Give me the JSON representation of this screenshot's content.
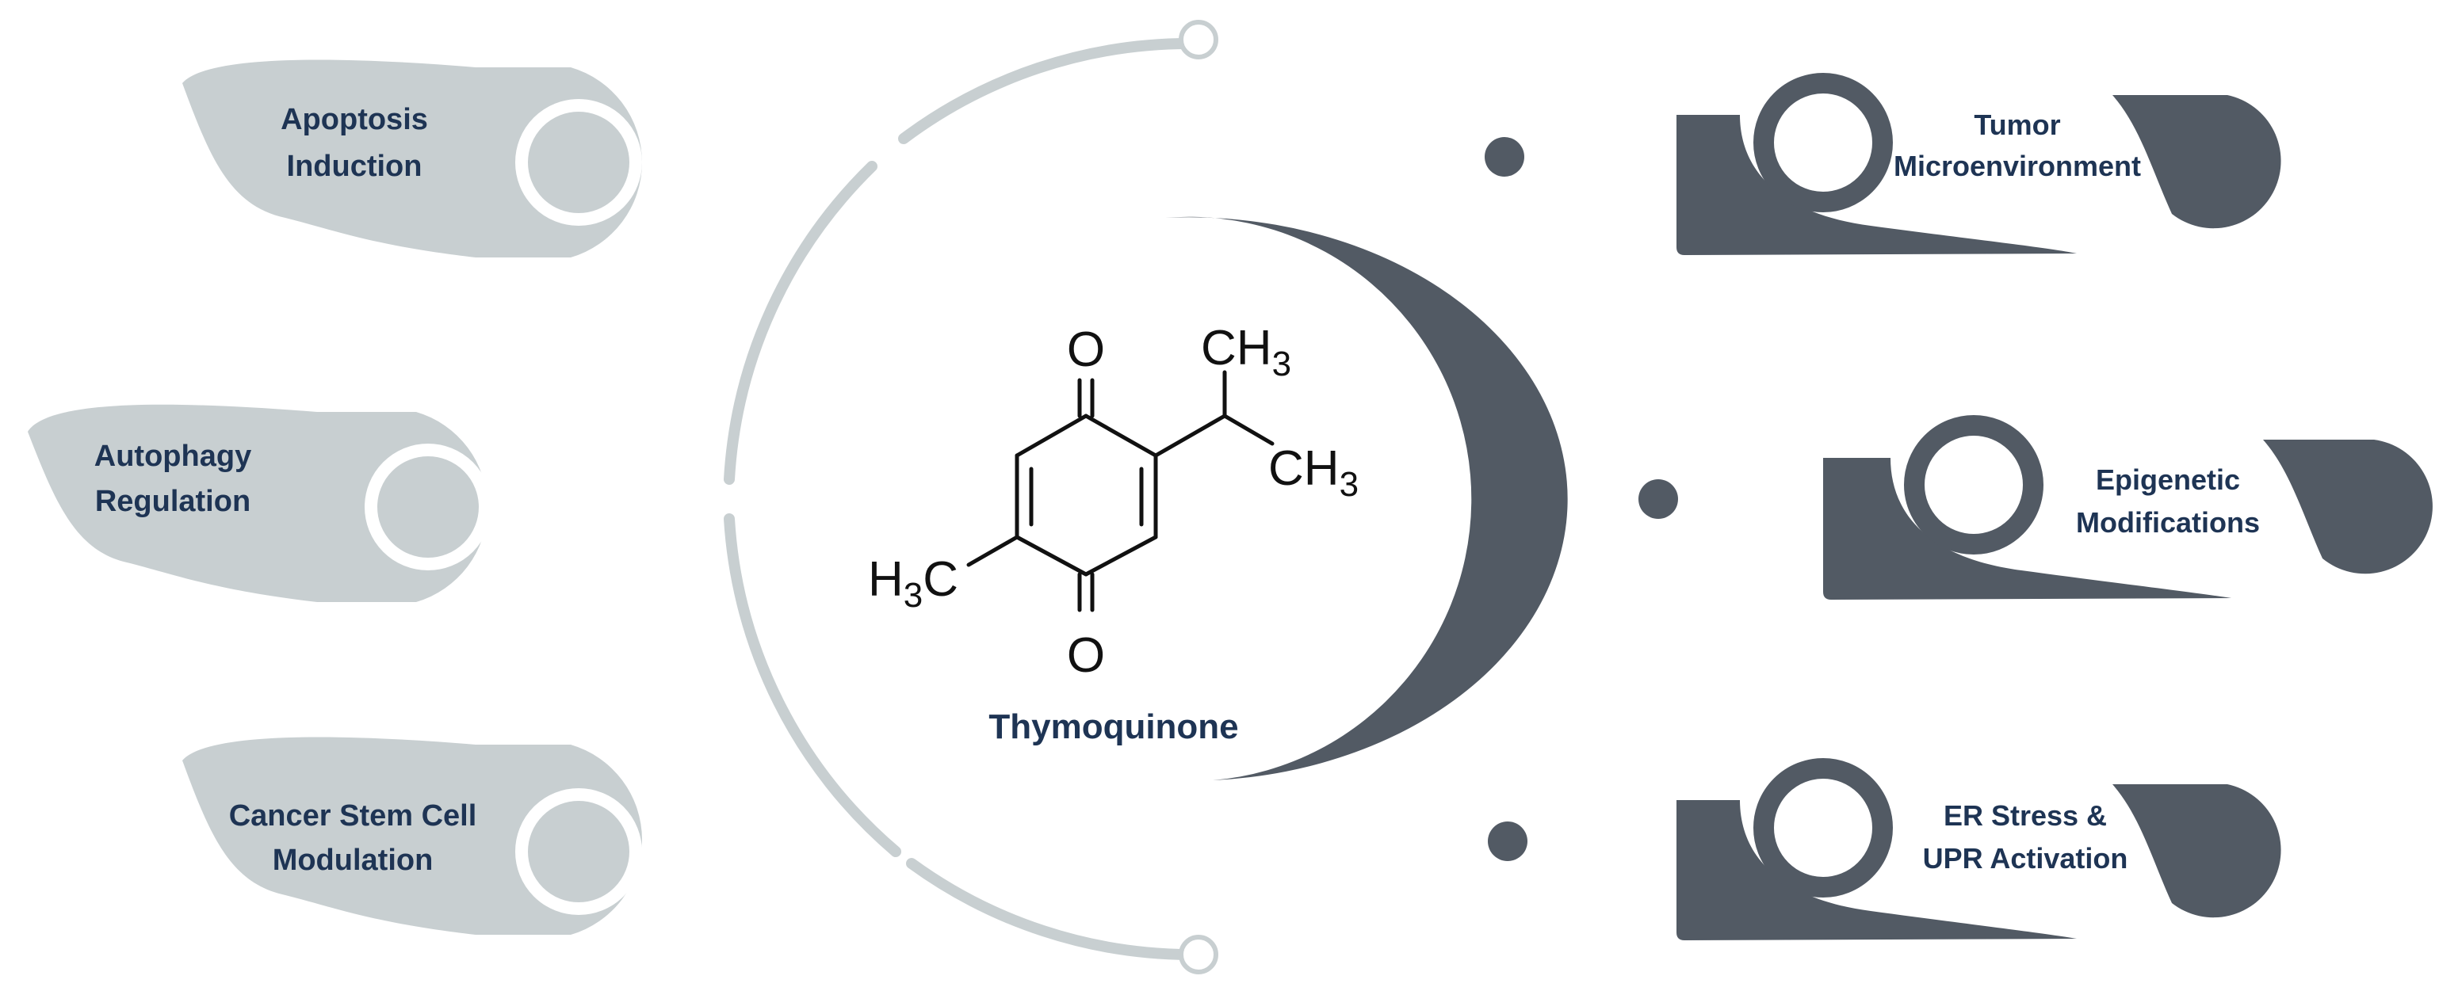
{
  "center": {
    "compound": "Thymoquinone",
    "atoms": {
      "o_top": "O",
      "o_bottom": "O",
      "ch3_top": "CH",
      "ch3_top_sub": "3",
      "ch3_right": "CH",
      "ch3_right_sub": "3",
      "h3c_h": "H",
      "h3c_sub": "3",
      "h3c_c": "C"
    }
  },
  "left_items": [
    {
      "line1": "Apoptosis",
      "line2": "Induction"
    },
    {
      "line1": "Autophagy",
      "line2": "Regulation"
    },
    {
      "line1": "Cancer Stem Cell",
      "line2": "Modulation"
    }
  ],
  "right_items": [
    {
      "line1": "Tumor",
      "line2": "Microenvironment"
    },
    {
      "line1": "Epigenetic",
      "line2": "Modifications"
    },
    {
      "line1": "ER Stress &",
      "line2": "UPR Activation"
    }
  ],
  "colors": {
    "light_gray": "#c8cfd1",
    "dark_slate": "#525a64",
    "navy_text": "#1e3454",
    "chem_ink": "#111111"
  }
}
